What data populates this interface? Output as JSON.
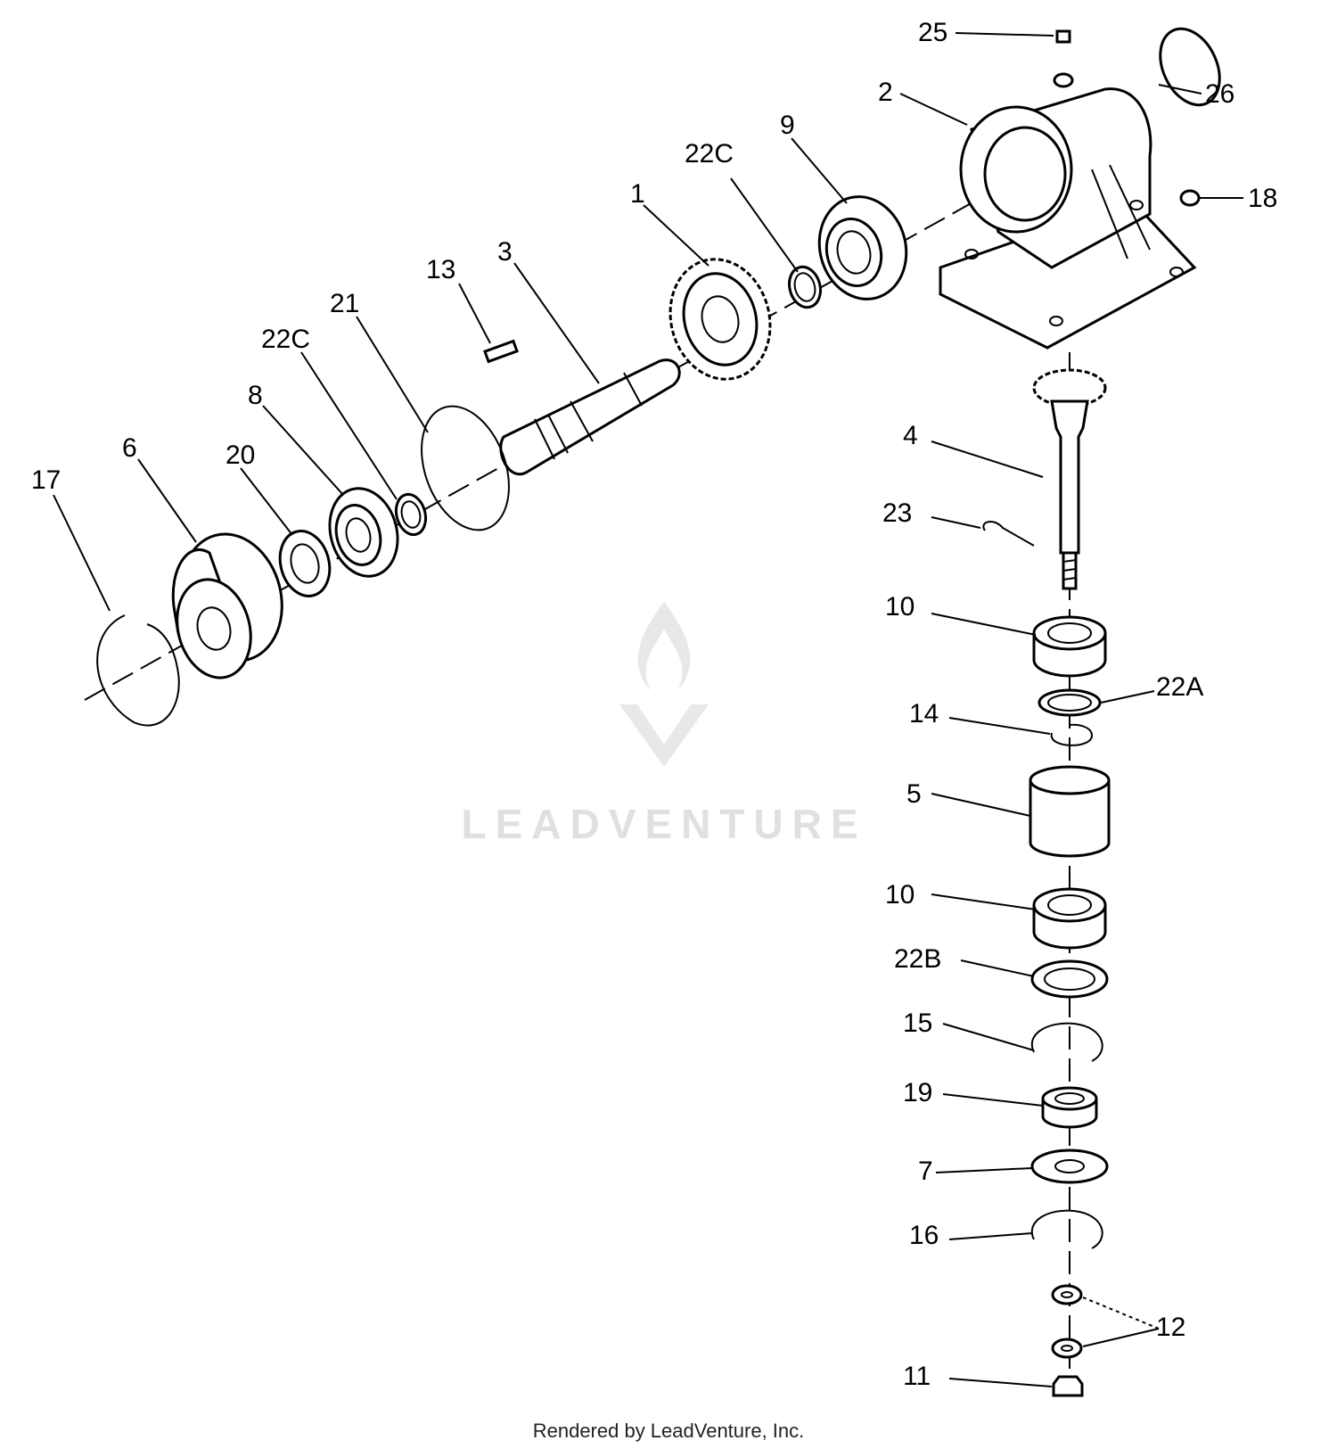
{
  "labels": {
    "p1": "1",
    "p2": "2",
    "p3": "3",
    "p4": "4",
    "p5": "5",
    "p6": "6",
    "p7": "7",
    "p8": "8",
    "p9": "9",
    "p10a": "10",
    "p10b": "10",
    "p11": "11",
    "p12": "12",
    "p13": "13",
    "p14": "14",
    "p15": "15",
    "p16": "16",
    "p17": "17",
    "p18": "18",
    "p19": "19",
    "p20": "20",
    "p21": "21",
    "p22a": "22A",
    "p22b": "22B",
    "p22c_left": "22C",
    "p22c_right": "22C",
    "p23": "23",
    "p25": "25",
    "p26": "26"
  },
  "watermark": {
    "text": "LEADVENTURE"
  },
  "footer": {
    "text": "Rendered by LeadVenture, Inc."
  }
}
